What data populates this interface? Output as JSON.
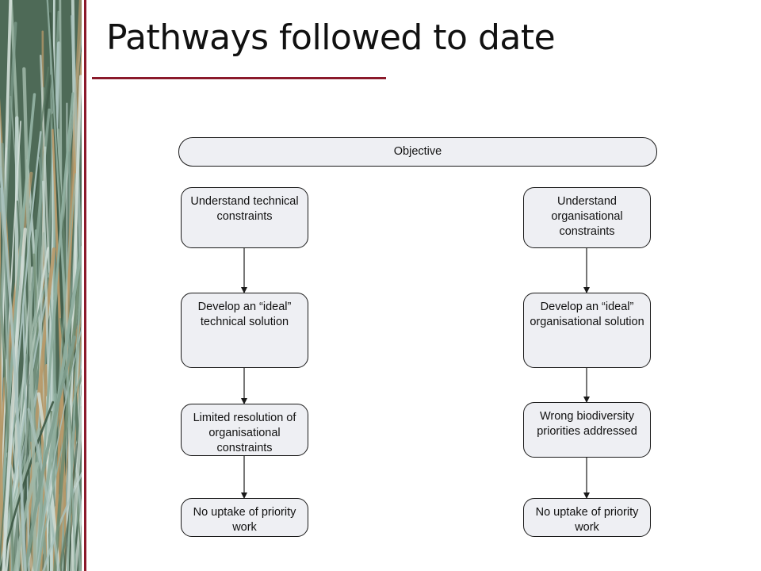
{
  "slide": {
    "title": "Pathways followed to date"
  },
  "decor": {
    "accent_color": "#8b1a2b",
    "left_image": "grass-photo"
  },
  "diagram": {
    "objective": "Objective",
    "left_column": [
      "Understand technical constraints",
      "Develop an “ideal” technical solution",
      "Limited resolution of organisational constraints",
      "No uptake of priority work"
    ],
    "right_column": [
      "Understand organisational constraints",
      "Develop an “ideal” organisational solution",
      "Wrong biodiversity priorities addressed",
      "No uptake of priority work"
    ]
  }
}
